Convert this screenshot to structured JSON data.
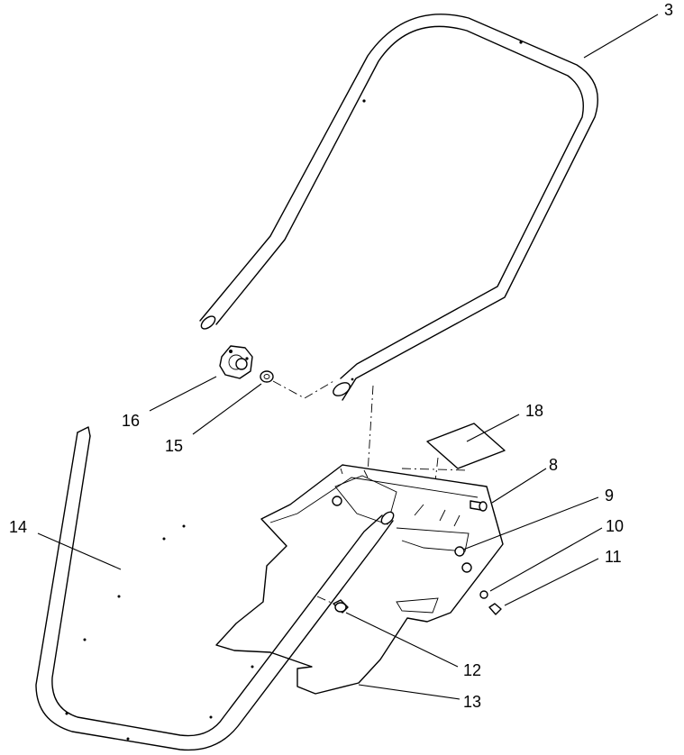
{
  "callouts": {
    "c3": "3",
    "c8": "8",
    "c9": "9",
    "c10": "10",
    "c11": "11",
    "c12": "12",
    "c13": "13",
    "c14": "14",
    "c15": "15",
    "c16": "16",
    "c18": "18"
  }
}
